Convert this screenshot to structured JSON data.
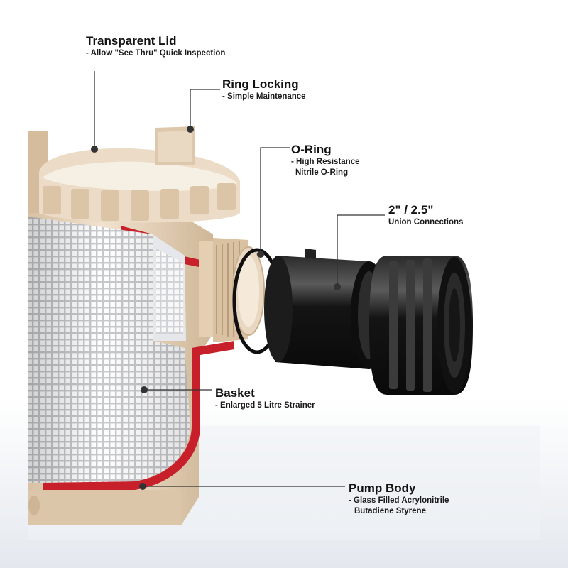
{
  "callouts": {
    "transparent_lid": {
      "title": "Transparent Lid",
      "desc": [
        "- Allow \"See Thru\" Quick Inspection"
      ]
    },
    "ring_locking": {
      "title": "Ring Locking",
      "desc": [
        "- Simple Maintenance"
      ]
    },
    "o_ring": {
      "title": "O-Ring",
      "desc": [
        "- High Resistance",
        "Nitrile O-Ring"
      ]
    },
    "union": {
      "title": "2\" / 2.5\"",
      "desc": [
        "Union Connections"
      ]
    },
    "basket": {
      "title": "Basket",
      "desc": [
        "- Enlarged 5 Litre Strainer"
      ]
    },
    "pump_body": {
      "title": "Pump Body",
      "desc": [
        "- Glass Filled Acrylonitrile",
        "Butadiene Styrene"
      ]
    }
  },
  "colors": {
    "beige": "#e9d6be",
    "beige_shadow": "#cdb596",
    "basket_grey": "#d9dadd",
    "cutaway_red": "#c8202a",
    "union_black": "#141414",
    "leader_line": "#333333"
  }
}
